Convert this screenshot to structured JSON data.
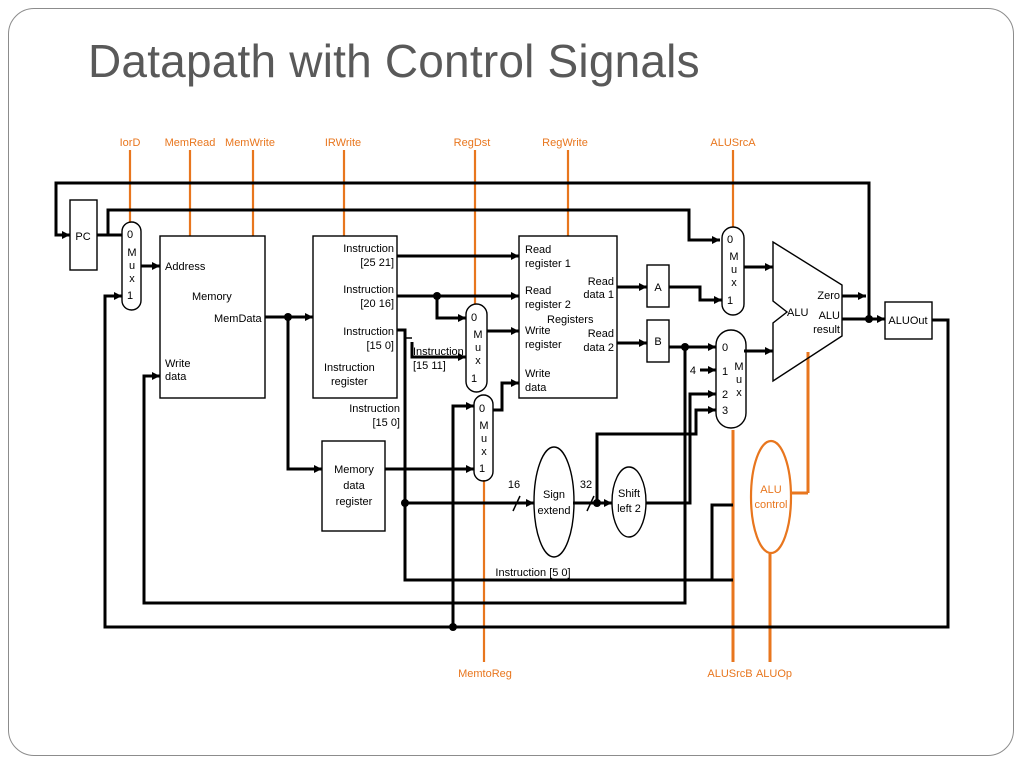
{
  "title": "Datapath with Control Signals",
  "colors": {
    "control": "#e8761e",
    "wire": "#000000",
    "title": "#595959"
  },
  "control_signals": {
    "iord": "IorD",
    "memread": "MemRead",
    "memwrite": "MemWrite",
    "irwrite": "IRWrite",
    "regdst": "RegDst",
    "regwrite": "RegWrite",
    "alusrca": "ALUSrcA",
    "memtoreg": "MemtoReg",
    "alusrcb": "ALUSrcB",
    "aluop": "ALUOp"
  },
  "blocks": {
    "pc": "PC",
    "memory": {
      "address": "Address",
      "name": "Memory",
      "memdata": "MemData",
      "write": "Write",
      "data": "data"
    },
    "ir": {
      "f1a": "Instruction",
      "f1b": "[25   21]",
      "f2a": "Instruction",
      "f2b": "[20   16]",
      "f3a": "Instruction",
      "f3b": "[15   0]",
      "name1": "Instruction",
      "name2": "register"
    },
    "ir_out": {
      "a": "Instruction",
      "b": "[15   11]"
    },
    "ir_imm": {
      "a": "Instruction",
      "b": "[15   0]"
    },
    "mdr": {
      "a": "Memory",
      "b": "data",
      "c": "register"
    },
    "registers": {
      "rr1a": "Read",
      "rr1b": "register 1",
      "rr2a": "Read",
      "rr2b": "register 2",
      "name": "Registers",
      "wra": "Write",
      "wrb": "register",
      "wda": "Write",
      "wdb": "data",
      "rd1a": "Read",
      "rd1b": "data 1",
      "rd2a": "Read",
      "rd2b": "data 2"
    },
    "a": "A",
    "b": "B",
    "alu": {
      "name": "ALU",
      "zero": "Zero",
      "result_a": "ALU",
      "result_b": "result"
    },
    "aluout": "ALUOut",
    "sign_extend": {
      "a": "Sign",
      "b": "extend"
    },
    "shift_left": {
      "a": "Shift",
      "b": "left 2"
    },
    "alu_control": {
      "a": "ALU",
      "b": "control"
    },
    "func_field": "Instruction [5   0]",
    "width16": "16",
    "width32": "32",
    "const4": "4"
  },
  "mux": {
    "two_way": {
      "in0": "0",
      "m": "M",
      "u": "u",
      "x": "x",
      "in1": "1"
    },
    "four_way": {
      "in0": "0",
      "in1": "1",
      "in2": "2",
      "in3": "3",
      "m": "M",
      "u": "u",
      "x": "x"
    }
  }
}
